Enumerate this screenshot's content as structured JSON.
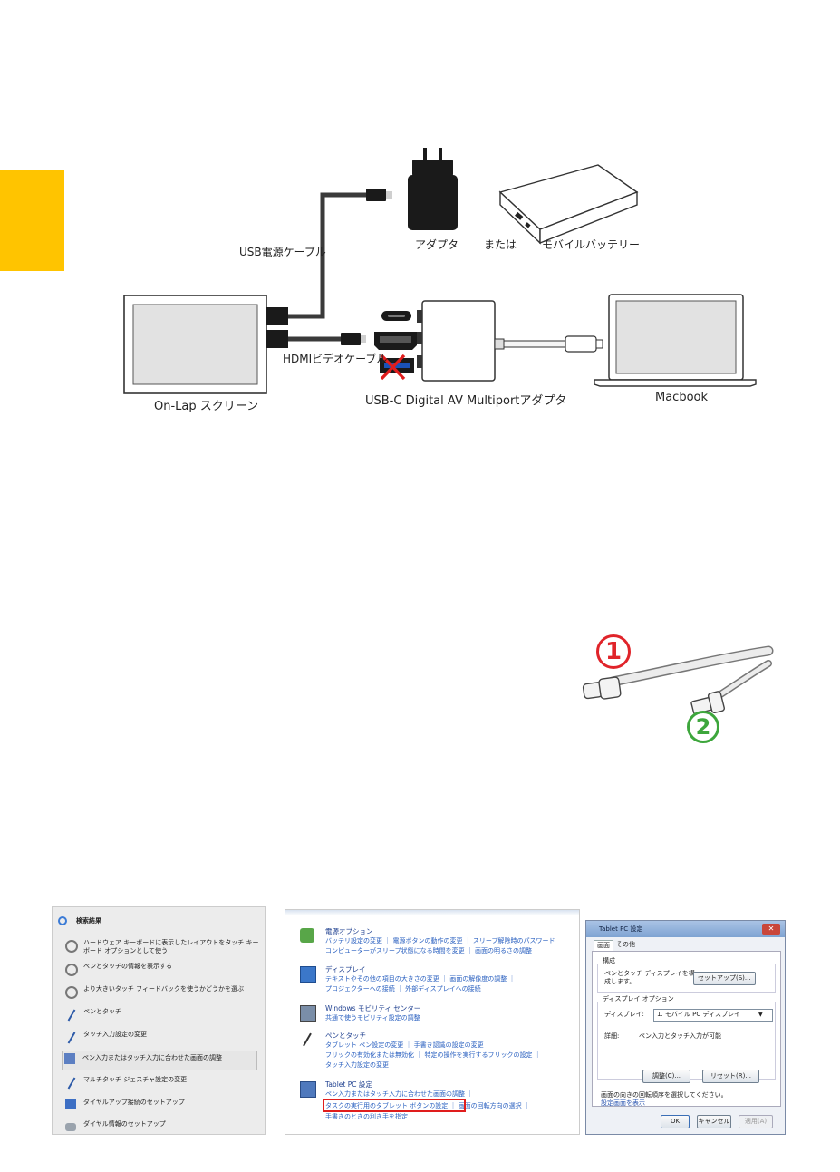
{
  "colors": {
    "tab": "#FFC400",
    "highlight": "#E01D1D",
    "circle1": "#E0242A",
    "circle2": "#3DA63C"
  },
  "diagram": {
    "usb_cable": "USB電源ケーブル",
    "adapter": "アダプタ",
    "or": "または",
    "battery": "モバイルバッテリー",
    "hdmi_cable": "HDMIビデオケーブル",
    "screen": "On-Lap スクリーン",
    "multiport": "USB-C Digital AV Multiportアダプタ",
    "macbook": "Macbook"
  },
  "cable": {
    "n1": "1",
    "n2": "2"
  },
  "search_panel": {
    "header": "検索結果",
    "items": [
      {
        "icon": "gear-icon",
        "text": "ハードウェア キーボードに表示したレイアウトをタッチ キーボード オプションとして使う"
      },
      {
        "icon": "gear-icon",
        "text": "ペンとタッチの情報を表示する"
      },
      {
        "icon": "gear-icon",
        "text": "より大きいタッチ フィードバックを使うかどうかを選ぶ"
      },
      {
        "icon": "pen-icon",
        "text": "ペンとタッチ"
      },
      {
        "icon": "pen-icon",
        "text": "タッチ入力設定の変更"
      },
      {
        "icon": "tablet-icon",
        "text": "ペン入力またはタッチ入力に合わせた画面の調整"
      },
      {
        "icon": "pen-icon",
        "text": "マルチタッチ ジェスチャ設定の変更"
      },
      {
        "icon": "network-icon",
        "text": "ダイヤルアップ接続のセットアップ"
      },
      {
        "icon": "phone-icon",
        "text": "ダイヤル情報のセットアップ"
      }
    ]
  },
  "control_panel": {
    "items": [
      {
        "title": "電源オプション",
        "lines": [
          "バッテリ設定の変更 ｜ 電源ボタンの動作の変更 ｜ スリープ解除時のパスワード",
          "コンピューターがスリープ状態になる時間を変更 ｜ 画面の明るさの調整"
        ]
      },
      {
        "title": "ディスプレイ",
        "lines": [
          "テキストやその他の項目の大きさの変更 ｜ 画面の解像度の調整 ｜",
          "プロジェクターへの接続 ｜ 外部ディスプレイへの接続"
        ]
      },
      {
        "title": "Windows モビリティ センター",
        "lines": [
          "共通で使うモビリティ設定の調整"
        ]
      },
      {
        "title": "ペンとタッチ",
        "lines": [
          "タブレット ペン設定の変更 ｜ 手書き認識の設定の変更",
          "フリックの有効化または無効化 ｜ 特定の操作を実行するフリックの設定 ｜",
          "タッチ入力設定の変更"
        ]
      },
      {
        "title": "Tablet PC 設定",
        "lines": [
          "ペン入力またはタッチ入力に合わせた画面の調整 ｜",
          "タスクの実行用のタブレット ボタンの設定 ｜ 画面の回転方向の選択 ｜",
          "手書きのときの利き手を指定"
        ]
      }
    ],
    "highlighted": "タスクの実行用のタブレット ボタンの設定"
  },
  "tablet_dialog": {
    "title": "Tablet PC 設定",
    "tabs": [
      "画面",
      "その他"
    ],
    "config_label": "構成",
    "config_text1": "ペンとタッチ ディスプレイを構",
    "config_text2": "成します。",
    "setup_button": "セットアップ(S)...",
    "display_options": "ディスプレイ オプション",
    "display_label": "ディスプレイ:",
    "display_value": "1. モバイル PC ディスプレイ",
    "details_label": "詳細:",
    "details_value": "ペン入力とタッチ入力が可能",
    "adjust_button": "調整(C)...",
    "reset_button": "リセット(R)...",
    "rotation_text": "画面の向きの回転順序を選択してください。",
    "rotation_link": "設定画面を表示",
    "ok": "OK",
    "cancel": "キャンセル",
    "apply": "適用(A)"
  }
}
